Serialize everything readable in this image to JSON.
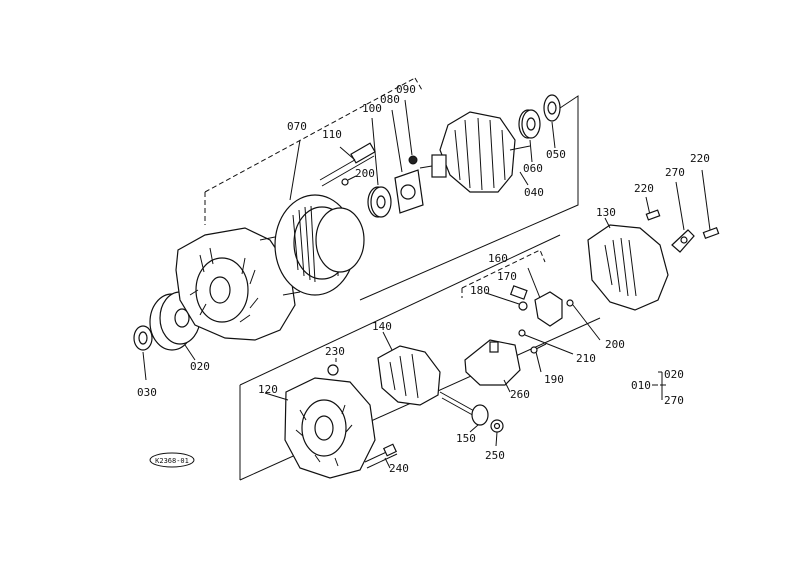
{
  "diagram": {
    "parts": [
      {
        "id": "p070",
        "label": "070"
      },
      {
        "id": "p110",
        "label": "110"
      },
      {
        "id": "p100",
        "label": "100"
      },
      {
        "id": "p080",
        "label": "080"
      },
      {
        "id": "p090",
        "label": "090"
      },
      {
        "id": "p200a",
        "label": "200"
      },
      {
        "id": "p060",
        "label": "060"
      },
      {
        "id": "p050",
        "label": "050"
      },
      {
        "id": "p040",
        "label": "040"
      },
      {
        "id": "p020",
        "label": "020"
      },
      {
        "id": "p030",
        "label": "030"
      },
      {
        "id": "p220a",
        "label": "220"
      },
      {
        "id": "p220b",
        "label": "220"
      },
      {
        "id": "p270",
        "label": "270"
      },
      {
        "id": "p130",
        "label": "130"
      },
      {
        "id": "p160",
        "label": "160"
      },
      {
        "id": "p170",
        "label": "170"
      },
      {
        "id": "p180",
        "label": "180"
      },
      {
        "id": "p200b",
        "label": "200"
      },
      {
        "id": "p210",
        "label": "210"
      },
      {
        "id": "p190",
        "label": "190"
      },
      {
        "id": "p260",
        "label": "260"
      },
      {
        "id": "p140",
        "label": "140"
      },
      {
        "id": "p230",
        "label": "230"
      },
      {
        "id": "p120",
        "label": "120"
      },
      {
        "id": "p150",
        "label": "150"
      },
      {
        "id": "p250",
        "label": "250"
      },
      {
        "id": "p240",
        "label": "240"
      }
    ],
    "assembly_key": {
      "top": "020",
      "left": "010",
      "bottom": "270"
    },
    "stamp_code": "K2368-01"
  }
}
